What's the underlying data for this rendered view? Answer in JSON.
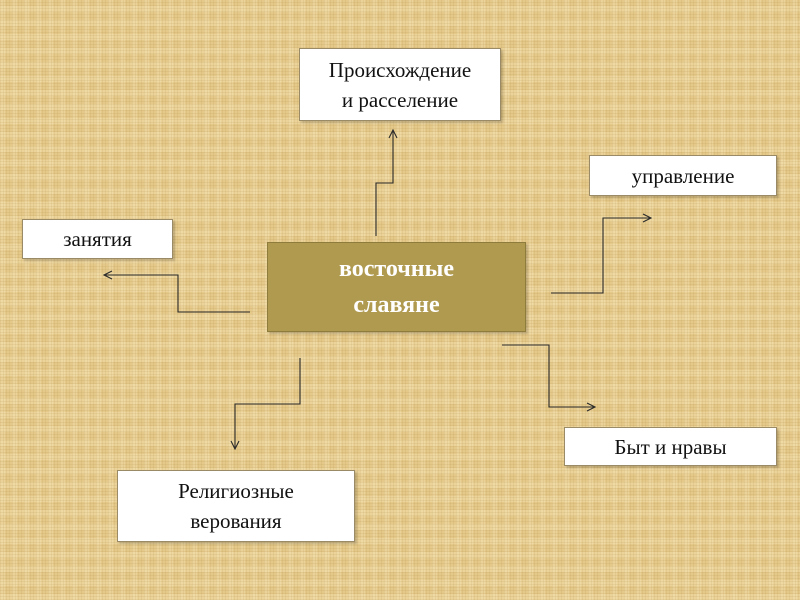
{
  "diagram": {
    "central_node": "восточные\nславяне",
    "nodes": {
      "origin": "Происхождение\nи расселение",
      "governance": "управление",
      "occupations": "занятия",
      "customs": "Быт и нравы",
      "beliefs": "Религиозные\nверования"
    }
  },
  "colors": {
    "background": "#e4c98a",
    "central_fill": "#b09a50",
    "node_fill": "#ffffff",
    "connector": "#2a2a2a"
  }
}
